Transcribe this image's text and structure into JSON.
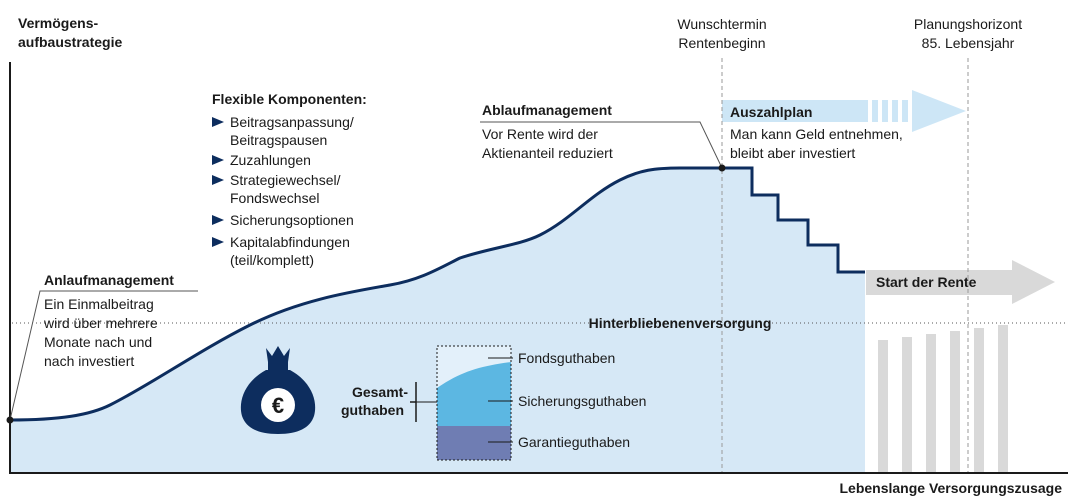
{
  "y_axis_label": [
    "Vermögens-",
    "aufbaustrategie"
  ],
  "x_axis_label": "Lebenslange Versorgungszusage",
  "milestones": {
    "retirement": [
      "Wunschtermin",
      "Rentenbeginn"
    ],
    "horizon": [
      "Planungshorizont",
      "85. Lebensjahr"
    ]
  },
  "flexible": {
    "title": "Flexible Komponenten:",
    "items": [
      [
        "Beitragsanpassung/",
        "Beitragspausen"
      ],
      [
        "Zuzahlungen"
      ],
      [
        "Strategiewechsel/",
        "Fondswechsel"
      ],
      [
        "Sicherungsoptionen"
      ],
      [
        "Kapitalabfindungen",
        "(teil/komplett)"
      ]
    ]
  },
  "anlauf": {
    "title": "Anlaufmanagement",
    "text": [
      "Ein Einmalbeitrag",
      "wird über mehrere",
      "Monate nach und",
      "nach investiert"
    ]
  },
  "ablauf": {
    "title": "Ablaufmanagement",
    "text": [
      "Vor Rente wird der",
      "Aktienanteil reduziert"
    ]
  },
  "auszahlplan": {
    "title": "Auszahlplan",
    "text": [
      "Man kann Geld entnehmen,",
      "bleibt aber investiert"
    ]
  },
  "start_rente": "Start der Rente",
  "hinterbliebenen": "Hinterbliebenenversorgung",
  "gesamt": [
    "Gesamt-",
    "guthaben"
  ],
  "legend": [
    "Fondsguthaben",
    "Sicherungsguthaben",
    "Garantieguthaben"
  ],
  "bag_symbol": "€",
  "colors": {
    "navy": "#0d2d5e",
    "fill": "#d6e8f6",
    "fonds": "#e3f0fa",
    "sicherung": "#5cb7e2",
    "garantie": "#6f7db3",
    "grey": "#d9d9d9",
    "auszahl_arrow": "#cde6f6"
  }
}
